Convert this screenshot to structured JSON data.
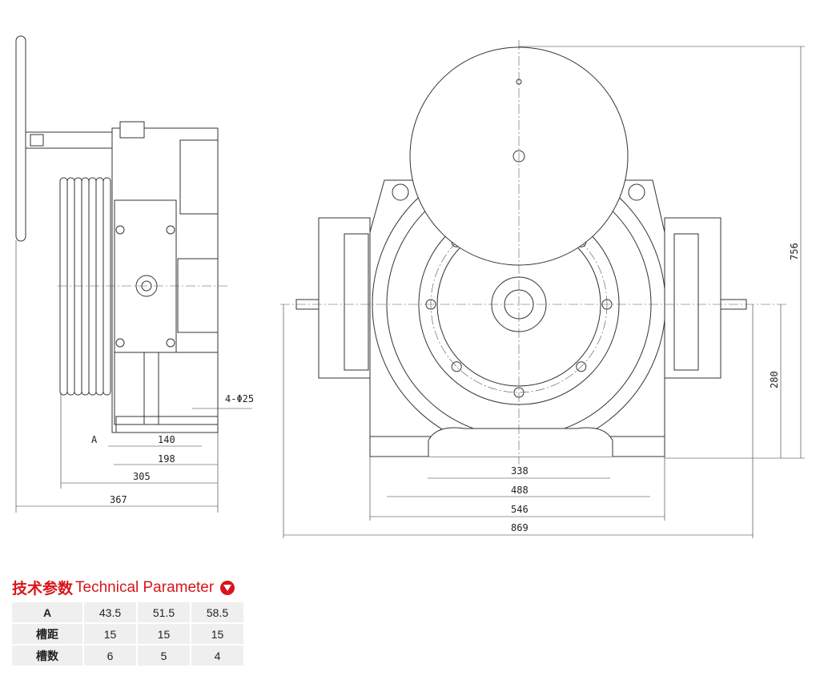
{
  "drawing": {
    "dims_left": {
      "a": "A",
      "d140": "140",
      "d198": "198",
      "d305": "305",
      "d367": "367",
      "holes": "4-Φ25"
    },
    "dims_right": {
      "d338": "338",
      "d488": "488",
      "d546": "546",
      "d869": "869",
      "d756": "756",
      "d280": "280"
    }
  },
  "section": {
    "title_zh": "技术参数",
    "title_en": "Technical Parameter",
    "icon": "down-triangle-circle-icon"
  },
  "table": {
    "rows": [
      {
        "label": "A",
        "values": [
          "43.5",
          "51.5",
          "58.5"
        ]
      },
      {
        "label": "槽距",
        "values": [
          "15",
          "15",
          "15"
        ]
      },
      {
        "label": "槽数",
        "values": [
          "6",
          "5",
          "4"
        ]
      }
    ]
  },
  "colors": {
    "accent": "#d7161b",
    "cell": "#efefef"
  }
}
